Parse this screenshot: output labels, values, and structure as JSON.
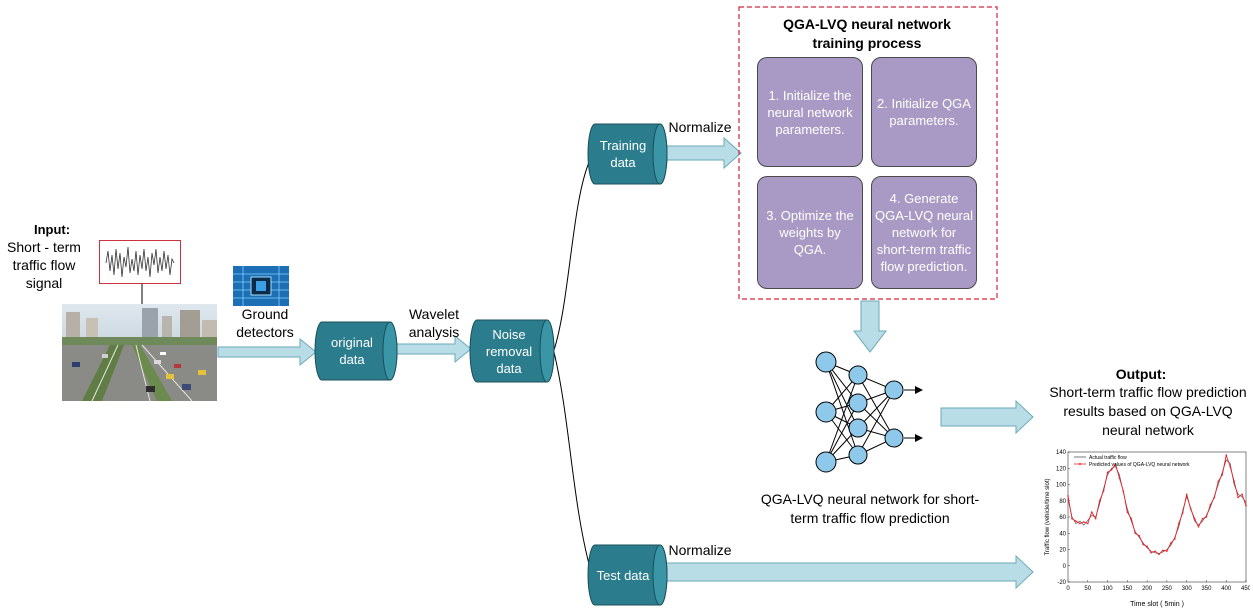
{
  "colors": {
    "drum_fill": "#2b7c8c",
    "drum_top": "#3a95a6",
    "arrow_fill": "#b9dde6",
    "arrow_stroke": "#6aa9b8",
    "step_fill": "#a89ac4",
    "neuron_fill": "#8ec9ec",
    "dashed_border": "#d9263b",
    "signal_border": "#c9323e",
    "actual_line": "#555555",
    "predicted_line": "#e8232c"
  },
  "input": {
    "title": "Input:",
    "label": "Short - term traffic flow signal"
  },
  "ground_detectors": "Ground detectors",
  "wavelet": "Wavelet analysis",
  "nodes": {
    "original": "original data",
    "noise": "Noise removal data",
    "training": "Training data",
    "test": "Test data"
  },
  "normalize_top": "Normalize",
  "normalize_bottom": "Normalize",
  "process": {
    "title": "QGA-LVQ neural network training process",
    "steps": [
      "1. Initialize the neural network parameters.",
      "2. Initialize QGA parameters.",
      "3. Optimize the weights by QGA.",
      "4. Generate QGA-LVQ neural network for short-term traffic flow prediction."
    ]
  },
  "network_caption": "QGA-LVQ neural network for short-term traffic flow prediction",
  "output": {
    "title": "Output:",
    "label": "Short-term traffic flow prediction results based on QGA-LVQ neural network"
  },
  "chart_data": {
    "type": "line",
    "xlabel": "Time slot ( 5min )",
    "ylabel": "Traffic flow (vehicle/time slot)",
    "xlim": [
      0,
      450
    ],
    "ylim": [
      -20,
      140
    ],
    "xticks": [
      "0",
      "50",
      "100",
      "150",
      "200",
      "250",
      "300",
      "350",
      "400",
      "450"
    ],
    "yticks": [
      "-20",
      "0",
      "20",
      "40",
      "60",
      "80",
      "100",
      "120",
      "140"
    ],
    "legend_position": "top-left",
    "series": [
      {
        "name": "Actual traffic flow",
        "x": [
          0,
          10,
          20,
          30,
          40,
          50,
          60,
          70,
          80,
          90,
          100,
          110,
          120,
          130,
          140,
          150,
          160,
          170,
          180,
          190,
          200,
          210,
          220,
          230,
          240,
          250,
          260,
          270,
          280,
          290,
          300,
          310,
          320,
          330,
          340,
          350,
          360,
          370,
          380,
          390,
          400,
          410,
          420,
          430,
          440,
          450
        ],
        "values": [
          82,
          60,
          52,
          55,
          50,
          56,
          62,
          60,
          76,
          95,
          112,
          120,
          122,
          112,
          90,
          70,
          55,
          42,
          35,
          28,
          22,
          18,
          16,
          15,
          17,
          20,
          25,
          35,
          48,
          68,
          85,
          72,
          55,
          50,
          55,
          62,
          72,
          86,
          100,
          115,
          130,
          126,
          100,
          88,
          85,
          78
        ]
      },
      {
        "name": "Predicted values of QGA-LVQ neural network",
        "x": [
          0,
          10,
          20,
          30,
          40,
          50,
          60,
          70,
          80,
          90,
          100,
          110,
          120,
          130,
          140,
          150,
          160,
          170,
          180,
          190,
          200,
          210,
          220,
          230,
          240,
          250,
          260,
          270,
          280,
          290,
          300,
          310,
          320,
          330,
          340,
          350,
          360,
          370,
          380,
          390,
          400,
          410,
          420,
          430,
          440,
          450
        ],
        "values": [
          86,
          58,
          55,
          52,
          54,
          52,
          66,
          58,
          80,
          92,
          115,
          118,
          125,
          108,
          92,
          66,
          58,
          40,
          37,
          26,
          24,
          16,
          18,
          14,
          19,
          18,
          28,
          33,
          52,
          65,
          88,
          70,
          58,
          48,
          58,
          60,
          75,
          84,
          104,
          112,
          136,
          122,
          104,
          84,
          88,
          74
        ]
      }
    ]
  }
}
